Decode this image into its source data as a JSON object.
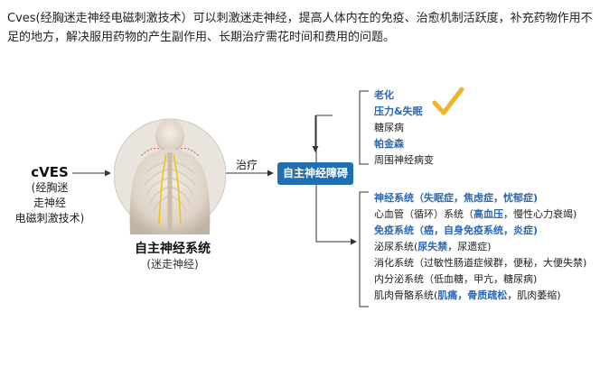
{
  "intro_text": "Cves(经胸迷走神经电磁刺激技术）可以刺激迷走神经，提高人体内在的免疫、治愈机制活跃度，补充药物作用不足的地方，解决服用药物的产生副作用、长期治疗需花时间和费用的问题。",
  "cves": {
    "title": "cVES",
    "desc_lines": [
      "(经胸迷",
      "走神经",
      "电磁刺激技术)"
    ]
  },
  "body": {
    "title": "自主神经系统",
    "subtitle": "(迷走神经)"
  },
  "treat_label": "治疗",
  "center_box": "自主神经障碍",
  "upper_list": [
    [
      {
        "t": "老化",
        "hl": true
      }
    ],
    [
      {
        "t": "压力&失眠",
        "hl": true
      }
    ],
    [
      {
        "t": "糖尿病",
        "hl": false
      }
    ],
    [
      {
        "t": "帕金森",
        "hl": true
      }
    ],
    [
      {
        "t": "周围神经病变",
        "hl": false
      }
    ]
  ],
  "lower_list": [
    [
      {
        "t": "神经系统（失眠症，焦虑症，忧郁症)",
        "hl": true
      }
    ],
    [
      {
        "t": "心血管（循环）系统（",
        "hl": false
      },
      {
        "t": "高血压",
        "hl": true
      },
      {
        "t": "，慢性心力衰竭)",
        "hl": false
      }
    ],
    [
      {
        "t": "免疫系统（癌，自身免疫系统，炎症)",
        "hl": true
      }
    ],
    [
      {
        "t": "泌尿系统(",
        "hl": false
      },
      {
        "t": "尿失禁",
        "hl": true
      },
      {
        "t": "，尿遗症)",
        "hl": false
      }
    ],
    [
      {
        "t": "消化系统（过敏性肠道症候群，便秘，大便失禁)",
        "hl": false
      }
    ],
    [
      {
        "t": "内分泌系统（低血糖，甲亢，糖尿病)",
        "hl": false
      }
    ],
    [
      {
        "t": "肌肉骨骼系统(",
        "hl": false
      },
      {
        "t": "肌痛，骨质疏松",
        "hl": true
      },
      {
        "t": "，肌肉萎缩)",
        "hl": false
      }
    ]
  ],
  "colors": {
    "accent_blue": "#2a67b8",
    "box_blue": "#1f6fb1",
    "check_gold": "#f0b429"
  }
}
